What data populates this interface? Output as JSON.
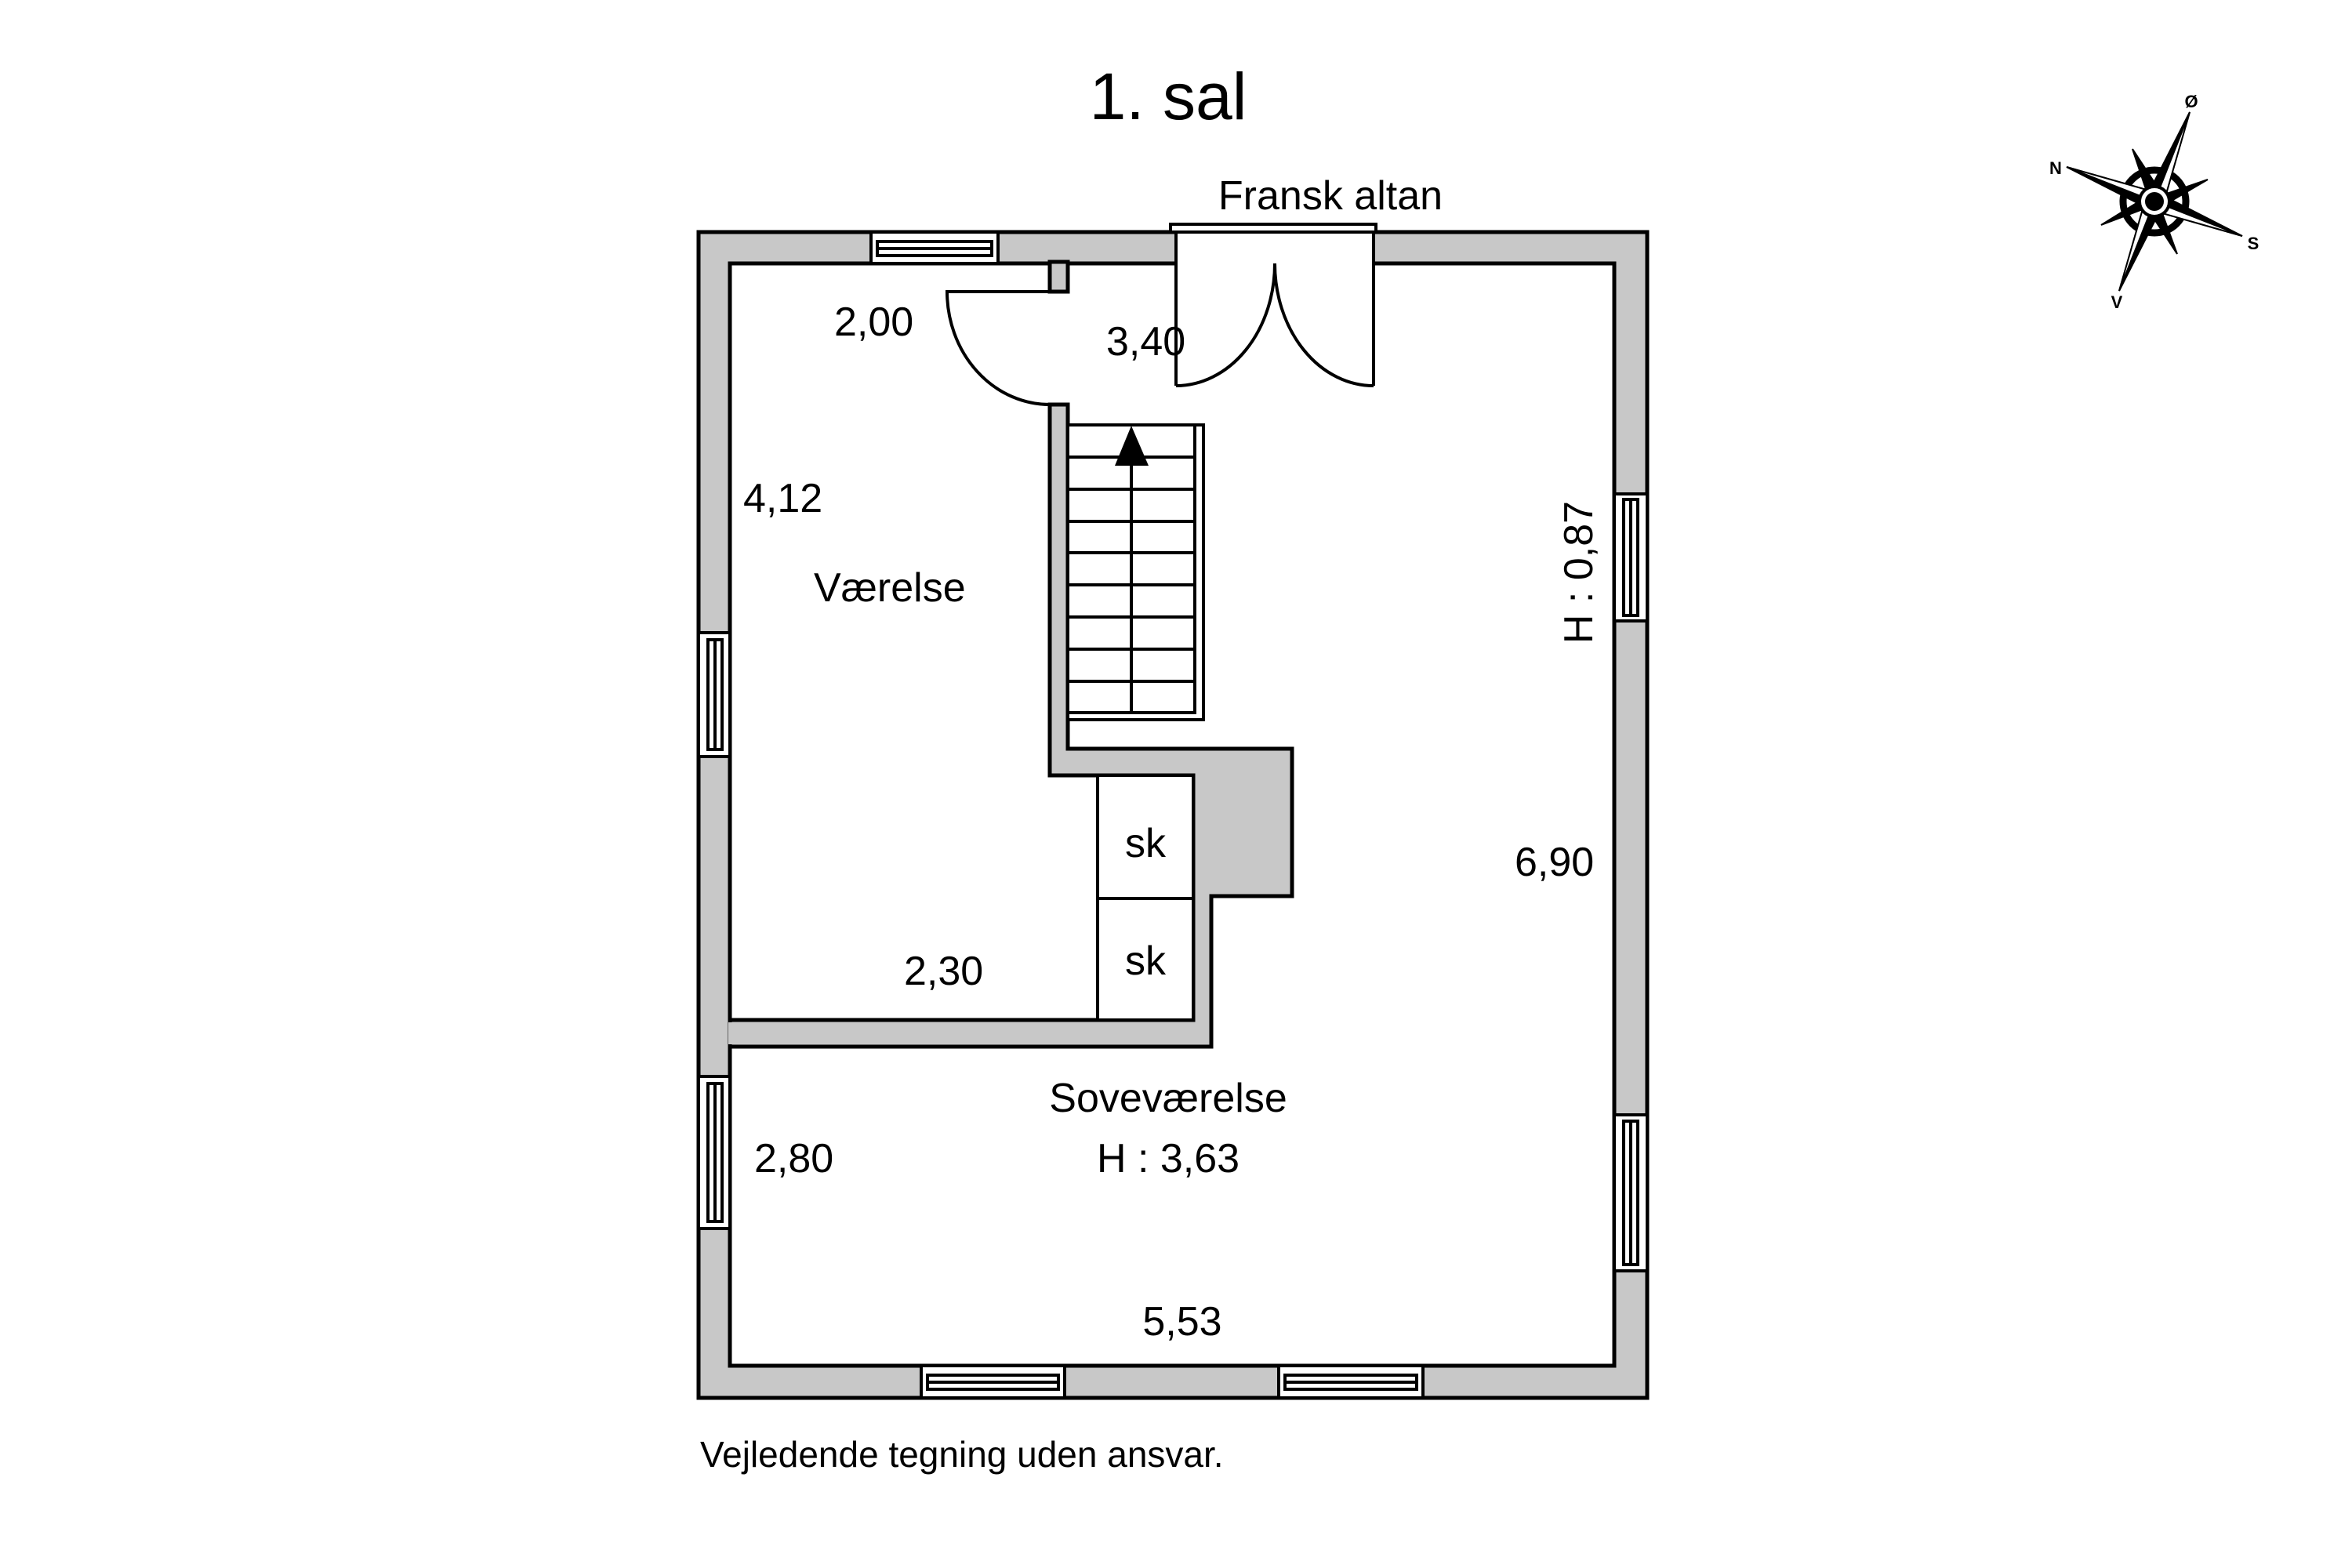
{
  "title": "1. sal",
  "balcony_label": "Fransk altan",
  "footer_note": "Vejledende tegning uden ansvar.",
  "colors": {
    "wall_fill": "#c8c8c8",
    "line": "#000000",
    "background": "#ffffff"
  },
  "compass": {
    "north": "N",
    "east": "Ø",
    "south": "S",
    "west": "V"
  },
  "rooms": {
    "vaerelse": {
      "name": "Værelse",
      "dim_top_left": "2,00",
      "dim_side": "4,12",
      "dim_bottom": "2,30"
    },
    "hall": {
      "dim_top": "3,40"
    },
    "sovevaerelse": {
      "name": "Soveværelse",
      "height": "H : 3,63",
      "dim_side": "2,80",
      "dim_bottom": "5,53",
      "dim_right": "6,90",
      "right_height": "H : 0,87"
    }
  },
  "closets": [
    {
      "label": "sk"
    },
    {
      "label": "sk"
    }
  ],
  "stairs": {
    "steps": 9,
    "direction": "up"
  }
}
